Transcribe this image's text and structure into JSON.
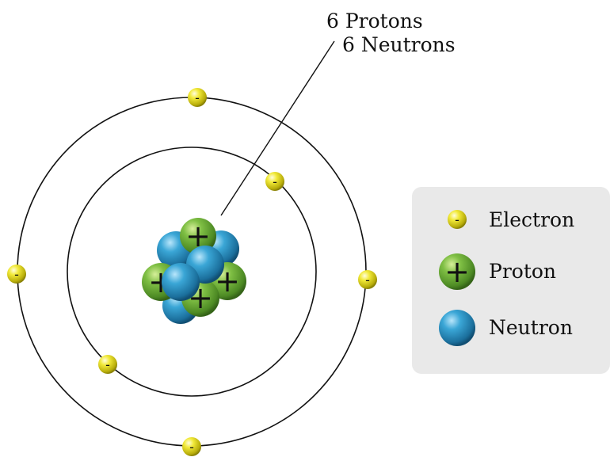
{
  "nucleus_label": {
    "line1": "6 Protons",
    "line2": "6 Neutrons"
  },
  "legend": {
    "items": [
      {
        "label": "Electron",
        "symbol": "-",
        "particle": "electron"
      },
      {
        "label": "Proton",
        "symbol": "+",
        "particle": "proton"
      },
      {
        "label": "Neutron",
        "symbol": "",
        "particle": "neutron"
      }
    ]
  },
  "particle_signs": {
    "electron": "-",
    "proton": "+"
  },
  "colors": {
    "electron": "#e8df1a",
    "proton": "#6fae3a",
    "neutron": "#2a95c8",
    "orbit": "#111111",
    "legend_bg": "#e9e9e9"
  },
  "atom": {
    "shells": [
      {
        "shell": 1,
        "electrons": 2
      },
      {
        "shell": 2,
        "electrons": 4
      }
    ]
  }
}
